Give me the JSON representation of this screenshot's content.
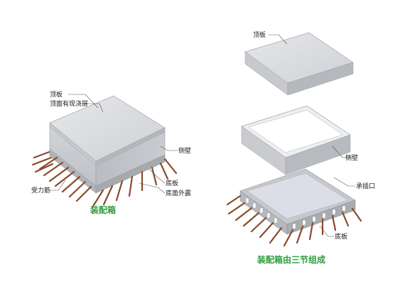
{
  "diagram": {
    "left": {
      "labels": {
        "top_slab": "顶板",
        "top_pour": "顶面有现浇层",
        "side_wall": "侧壁",
        "bottom_slab": "底板",
        "bottom_exposed": "底面外露",
        "rebar": "受力筋"
      },
      "caption": "装配箱"
    },
    "right": {
      "labels": {
        "top_slab": "顶板",
        "side_wall": "侧壁",
        "socket": "承插口",
        "bottom_slab": "底板"
      },
      "caption": "装配箱由三节组成"
    }
  },
  "colors": {
    "caption": "#2e9e3e",
    "rebar": "#8a4a2c",
    "panel_top": "#dcdde0",
    "panel_side": "#c3c6cb"
  }
}
